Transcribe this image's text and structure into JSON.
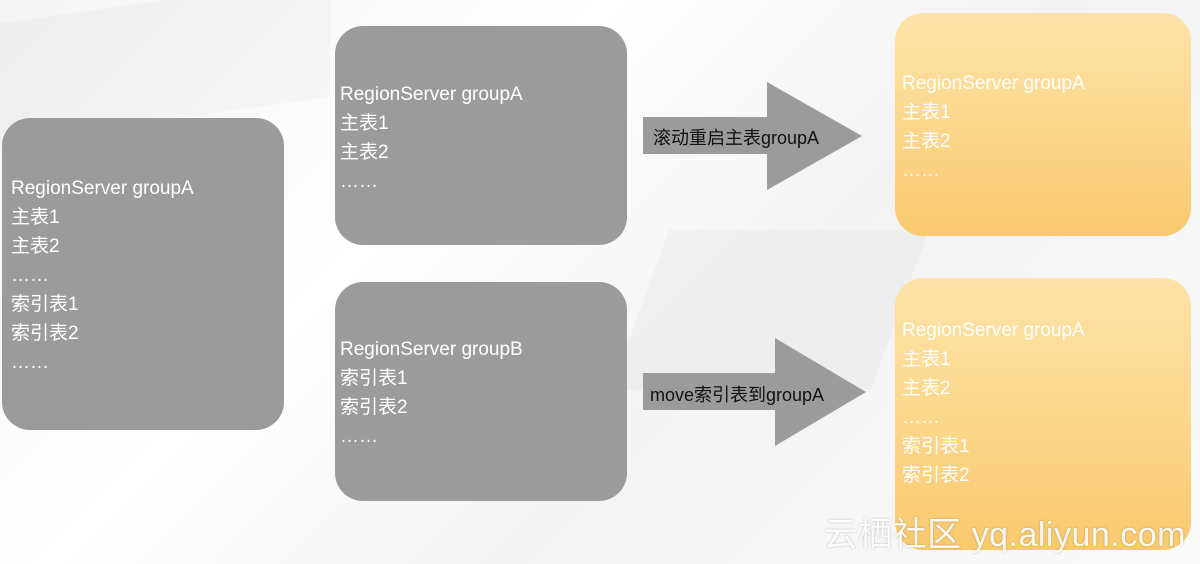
{
  "source": {
    "lines": [
      "RegionServer groupA",
      "主表1",
      "主表2",
      "……",
      "索引表1",
      "索引表2",
      "……"
    ]
  },
  "group_a": {
    "lines": [
      "RegionServer groupA",
      "主表1",
      "主表2",
      "……"
    ]
  },
  "group_b": {
    "lines": [
      "RegionServer groupB",
      "索引表1",
      "索引表2",
      "……"
    ]
  },
  "arrow_top": {
    "label": "滚动重启主表groupA"
  },
  "arrow_bottom": {
    "label": "move索引表到groupA"
  },
  "result_top": {
    "lines": [
      "RegionServer groupA",
      "主表1",
      "主表2",
      "……"
    ]
  },
  "result_bottom": {
    "lines": [
      "RegionServer groupA",
      "主表1",
      "主表2",
      "……",
      "索引表1",
      "索引表2"
    ]
  },
  "watermark": "云栖社区 yq.aliyun.com",
  "colors": {
    "gray_box": "#9b9b9b",
    "orange_box": "#fbd68a",
    "arrow": "#9b9b9b"
  }
}
